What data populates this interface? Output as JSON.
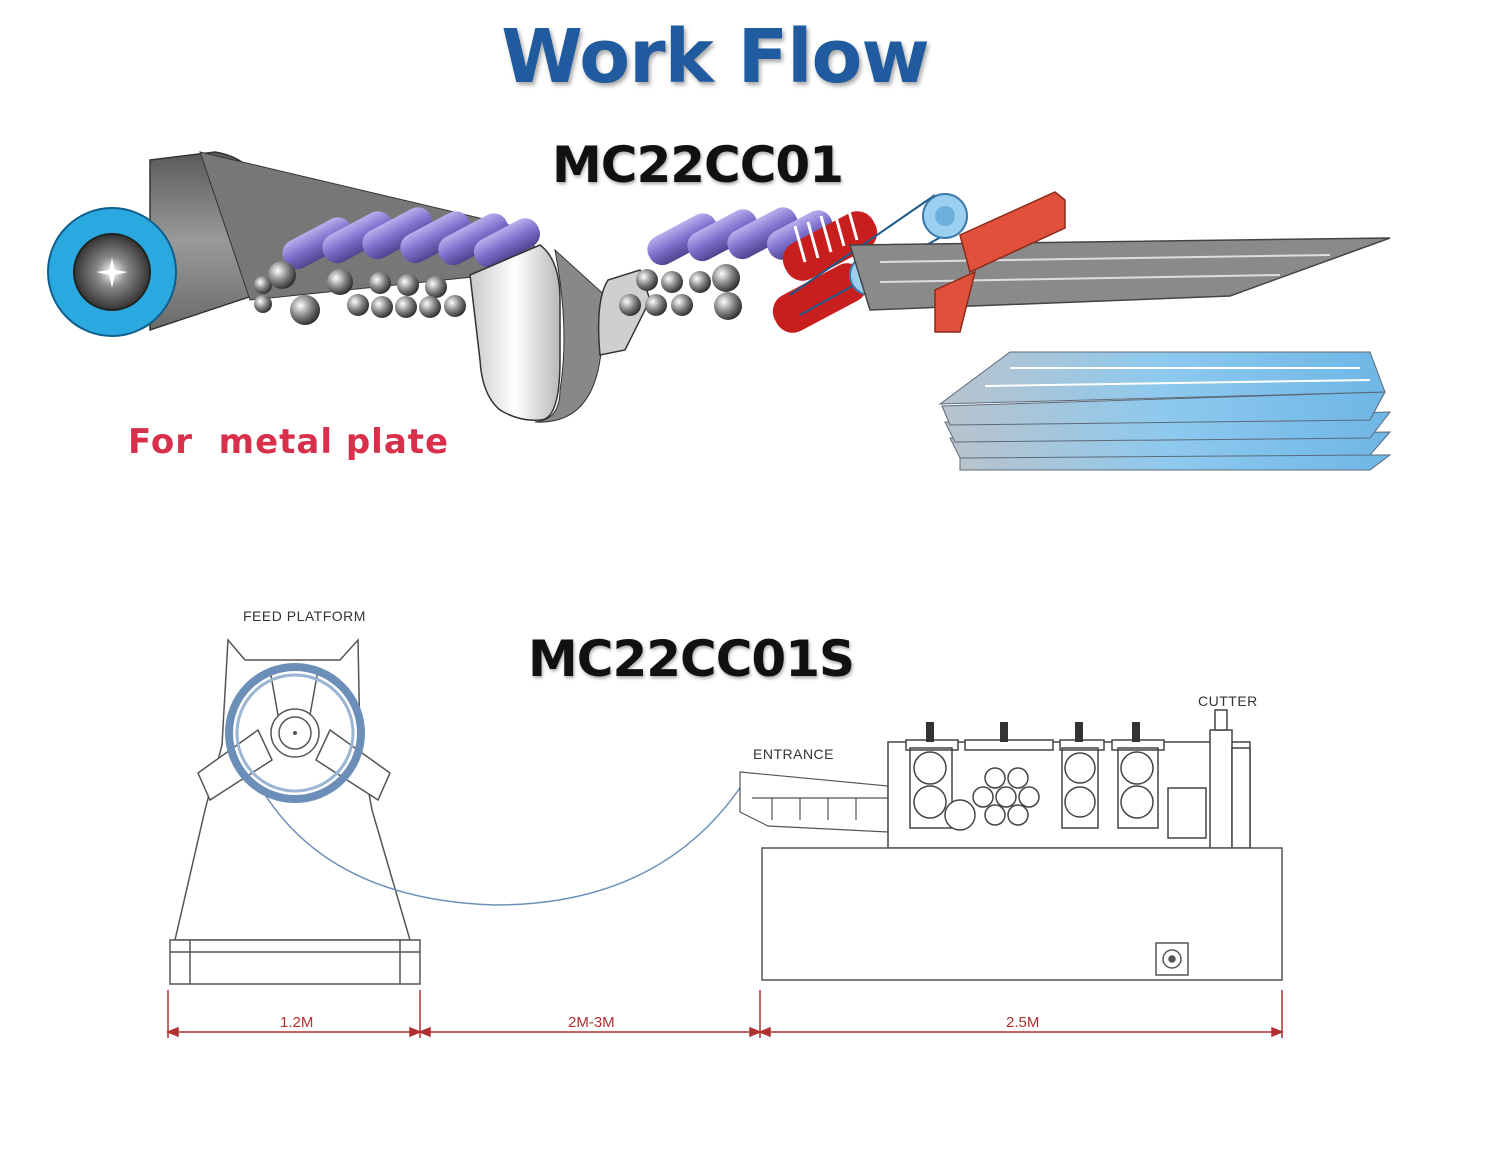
{
  "title": "Work Flow",
  "upper_diagram": {
    "model": "MC22CC01",
    "caption": "For  metal plate",
    "colors": {
      "coil_ring": "#2aa9e0",
      "rollers": "#8b7fd4",
      "cutter": "#e0503a",
      "plates": "#8ec9ee"
    }
  },
  "lower_diagram": {
    "model": "MC22CC01S",
    "labels": {
      "feed_platform": "FEED PLATFORM",
      "entrance": "ENTRANCE",
      "cutter": "CUTTER"
    },
    "dimensions": [
      "1.2M",
      "2M-3M",
      "2.5M"
    ],
    "colors": {
      "dimension_lines": "#b03030",
      "coil": "#6b8fb8"
    }
  }
}
